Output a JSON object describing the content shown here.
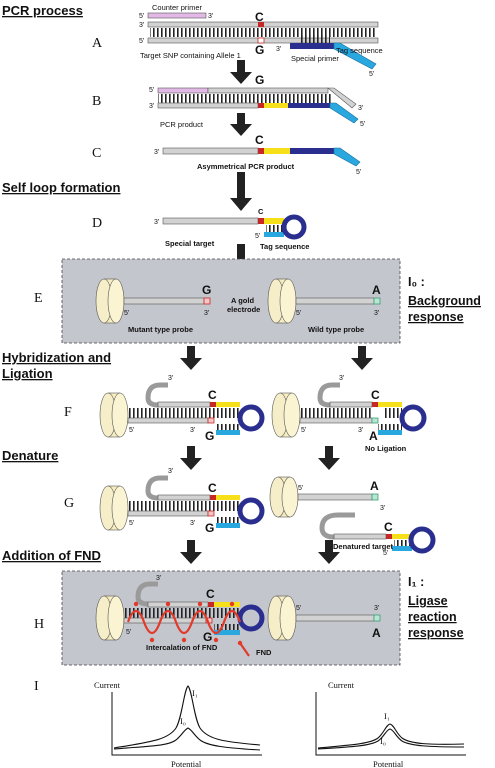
{
  "sections": {
    "pcr": "PCR process",
    "self_loop": "Self loop formation",
    "hyb_line1": "Hybridization and",
    "hyb_line2": "Ligation",
    "denature": "Denature",
    "fnd": "Addition of FND"
  },
  "steps": {
    "A": "A",
    "B": "B",
    "C": "C",
    "D": "D",
    "E": "E",
    "F": "F",
    "G": "G",
    "H": "H",
    "I": "I"
  },
  "bases": {
    "C": "C",
    "G": "G",
    "A": "A"
  },
  "ends": {
    "five": "5'",
    "three": "3'"
  },
  "labels": {
    "counter_primer": "Counter primer",
    "target_snp": "Target SNP containing Allele 1",
    "special_primer": "Special primer",
    "tag_sequence": "Tag sequence",
    "pcr_product": "PCR product",
    "asym_pcr": "Asymmetrical PCR product",
    "special_target": "Special target",
    "mutant_probe": "Mutant type probe",
    "wild_probe": "Wild type probe",
    "gold_line1": "A gold",
    "gold_line2": "electrode",
    "no_ligation": "No Ligation",
    "denatured_target": "Denatured target",
    "intercalation": "Intercalation of FND",
    "fnd": "FND"
  },
  "responses": {
    "i0_symbol": "I₀ :",
    "i0_line1": "Background",
    "i0_line2": "response",
    "i1_symbol": "I₁ :",
    "i1_line1": "Ligase",
    "i1_line2": "reaction",
    "i1_line3": "response"
  },
  "plots": {
    "ylabel": "Current",
    "xlabel": "Potential",
    "i1": "I₁",
    "i0": "I₀"
  },
  "colors": {
    "probe_strand": "#d2d2d2",
    "snp_marker": "#c62828",
    "yellow_segment": "#f5e01a",
    "tag_loop": "#2a2f8f",
    "tag_strand": "#29a8e0",
    "counter_primer": "#e2b8e6",
    "fnd": "#e23a2a",
    "panel_bg": "#c3c6cc"
  }
}
